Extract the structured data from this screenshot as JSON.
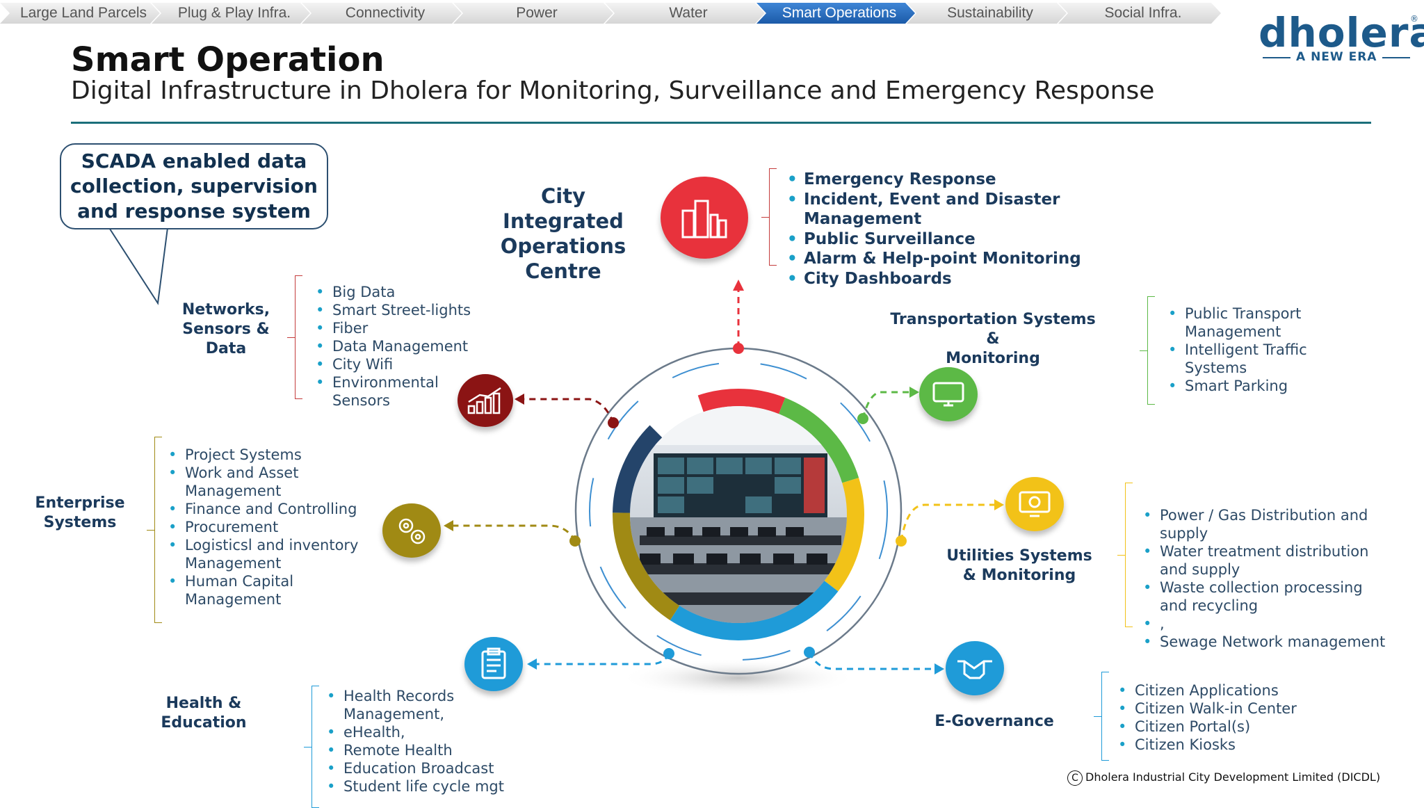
{
  "nav": {
    "items": [
      {
        "label": "Large Land Parcels"
      },
      {
        "label": "Plug & Play Infra."
      },
      {
        "label": "Connectivity"
      },
      {
        "label": "Power"
      },
      {
        "label": "Water"
      },
      {
        "label": "Smart Operations",
        "active": true
      },
      {
        "label": "Sustainability"
      },
      {
        "label": "Social Infra."
      }
    ]
  },
  "logo": {
    "word": "dholera",
    "tagline": "A NEW ERA",
    "reg": "®"
  },
  "title": "Smart Operation",
  "subtitle": "Digital Infrastructure in Dholera for Monitoring, Surveillance and Emergency Response",
  "callout": {
    "line1": "SCADA enabled data",
    "line2": "collection, supervision",
    "line3": "and response system"
  },
  "ciocc": {
    "heading": {
      "line1": "City  Integrated",
      "line2": "Operations",
      "line3": "Centre"
    },
    "items": [
      "Emergency Response",
      "Incident, Event and Disaster Management",
      "Public Surveillance",
      "Alarm & Help-point Monitoring",
      "City Dashboards"
    ],
    "color": "#e8323c"
  },
  "networks": {
    "heading": {
      "line1": "Networks,",
      "line2": "Sensors &",
      "line3": "Data"
    },
    "items": [
      "Big Data",
      "Smart Street-lights",
      "Fiber",
      "Data Management",
      "City Wifi",
      "Environmental Sensors"
    ],
    "color": "#8b1414"
  },
  "transport": {
    "heading": {
      "line1": "Transportation Systems  &",
      "line2": "Monitoring"
    },
    "items": [
      "Public Transport Management",
      "Intelligent Traffic Systems",
      "Smart Parking"
    ],
    "color": "#5cb946"
  },
  "enterprise": {
    "heading": {
      "line1": "Enterprise",
      "line2": "Systems"
    },
    "items": [
      "Project Systems",
      "Work and Asset Management",
      "Finance and Controlling",
      "Procurement",
      "Logisticsl and inventory Management",
      "Human Capital Management"
    ],
    "color": "#a08a14"
  },
  "utilities": {
    "heading": {
      "line1": "Utilities Systems",
      "line2": "& Monitoring"
    },
    "items": [
      "Power / Gas Distribution and supply",
      "Water treatment distribution and supply",
      "Waste collection processing and recycling",
      ",",
      "Sewage Network management"
    ],
    "color": "#f2c218"
  },
  "health": {
    "heading": {
      "line1": "Health &",
      "line2": "Education"
    },
    "items": [
      "Health Records Management,",
      "eHealth,",
      "Remote Health",
      "Education Broadcast",
      "Student life cycle mgt"
    ],
    "color": "#1f9bd8"
  },
  "egov": {
    "heading": {
      "line1": "E-Governance"
    },
    "items": [
      "Citizen Applications",
      "Citizen Walk-in Center",
      "Citizen Portal(s)",
      "Citizen Kiosks"
    ],
    "color": "#1f9bd8"
  },
  "copyright": "Dholera Industrial City Development Limited (DICDL)"
}
